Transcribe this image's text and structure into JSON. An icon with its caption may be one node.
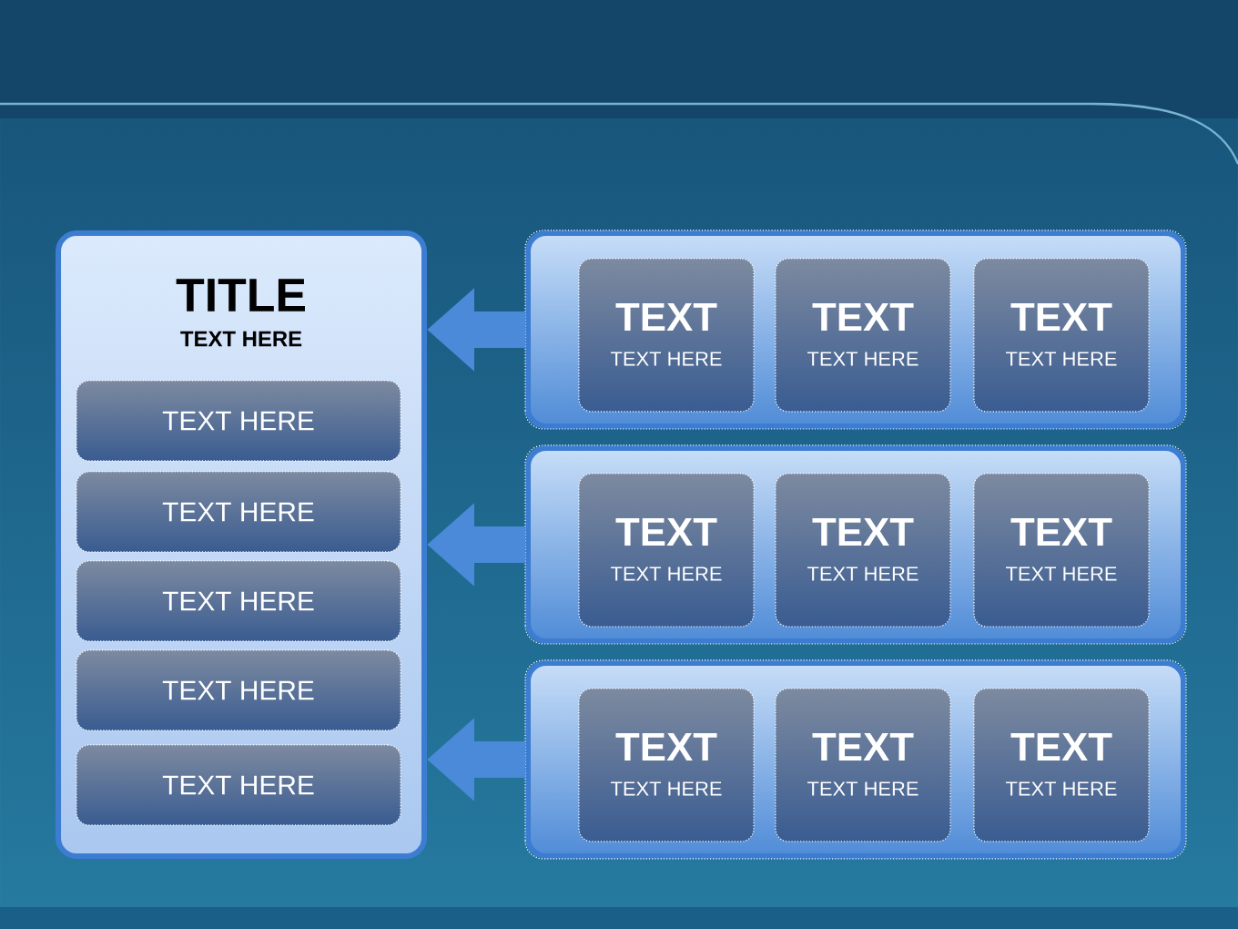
{
  "diagram": {
    "nodes": [
      {
        "text": [
          "TITLE",
          "TEXT HERE"
        ]
      },
      {
        "text": [
          "TEXT HERE"
        ],
        "in": 0
      },
      {
        "text": [
          "TEXT HERE"
        ],
        "in": 0
      },
      {
        "text": [
          "TEXT HERE"
        ],
        "in": 0
      },
      {
        "text": [
          "TEXT HERE"
        ],
        "in": 0
      },
      {
        "text": [
          "TEXT HERE"
        ],
        "in": 0
      },
      {
        "text": [],
        "shape": "box"
      },
      {
        "text": [
          "TEXT",
          "TEXT HERE"
        ],
        "in": 6
      },
      {
        "text": [
          "TEXT",
          "TEXT HERE"
        ],
        "in": 6
      },
      {
        "text": [
          "TEXT",
          "TEXT HERE"
        ],
        "in": 6
      },
      {
        "text": [],
        "shape": "box"
      },
      {
        "text": [
          "TEXT",
          "TEXT HERE"
        ],
        "in": 10
      },
      {
        "text": [
          "TEXT",
          "TEXT HERE"
        ],
        "in": 10
      },
      {
        "text": [
          "TEXT",
          "TEXT HERE"
        ],
        "in": 10
      },
      {
        "text": [],
        "shape": "box"
      },
      {
        "text": [
          "TEXT",
          "TEXT HERE"
        ],
        "in": 14
      },
      {
        "text": [
          "TEXT",
          "TEXT HERE"
        ],
        "in": 14
      },
      {
        "text": [
          "TEXT",
          "TEXT HERE"
        ],
        "in": 14
      }
    ],
    "edges": [
      {
        "from": 6,
        "to": 0,
        "arrow": "to"
      },
      {
        "from": 10,
        "to": 0,
        "arrow": "to"
      },
      {
        "from": 14,
        "to": 0,
        "arrow": "to"
      }
    ]
  }
}
